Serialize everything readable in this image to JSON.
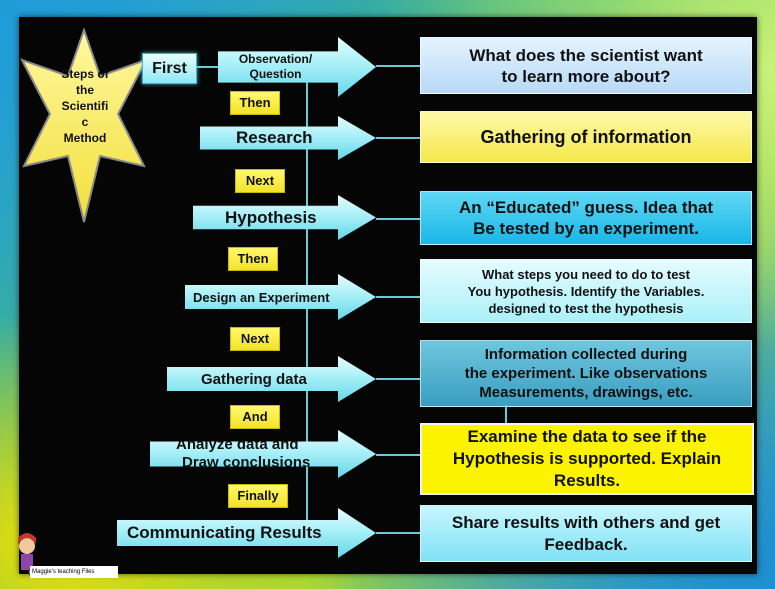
{
  "star": {
    "text": "Steps of the Scientific Method",
    "lines": [
      "Steps of",
      "the",
      "Scientifi",
      "c",
      "Method"
    ]
  },
  "first_label": "First",
  "connectors": [
    "Then",
    "Next",
    "Then",
    "Next",
    "And",
    "Finally"
  ],
  "steps": [
    {
      "label_lines": [
        "Observation/",
        "Question"
      ],
      "desc_lines": [
        "What does the scientist want",
        "to learn more about?"
      ]
    },
    {
      "label_lines": [
        "Research"
      ],
      "desc_lines": [
        "Gathering of information"
      ]
    },
    {
      "label_lines": [
        "Hypothesis"
      ],
      "desc_lines": [
        "An “Educated” guess.  Idea that",
        "Be tested by an experiment."
      ]
    },
    {
      "label_lines": [
        "Design an Experiment"
      ],
      "desc_lines": [
        "What steps you need to do to test",
        "You hypothesis. Identify the Variables.",
        "designed to test the hypothesis"
      ]
    },
    {
      "label_lines": [
        "Gathering  data"
      ],
      "desc_lines": [
        "Information collected during",
        "the experiment.  Like observations",
        "Measurements, drawings, etc."
      ]
    },
    {
      "label_lines": [
        "Analyze data  and",
        "Draw conclusions"
      ],
      "desc_lines": [
        "Examine the data to see if the",
        "Hypothesis is supported. Explain",
        "Results."
      ]
    },
    {
      "label_lines": [
        "Communicating Results"
      ],
      "desc_lines": [
        "Share results with others and get",
        "Feedback."
      ]
    }
  ],
  "footer": "Maggie's teaching Files",
  "colors": {
    "arrow": "#8ee8f3",
    "tag": "#f3e32a",
    "panel": "#050505"
  }
}
